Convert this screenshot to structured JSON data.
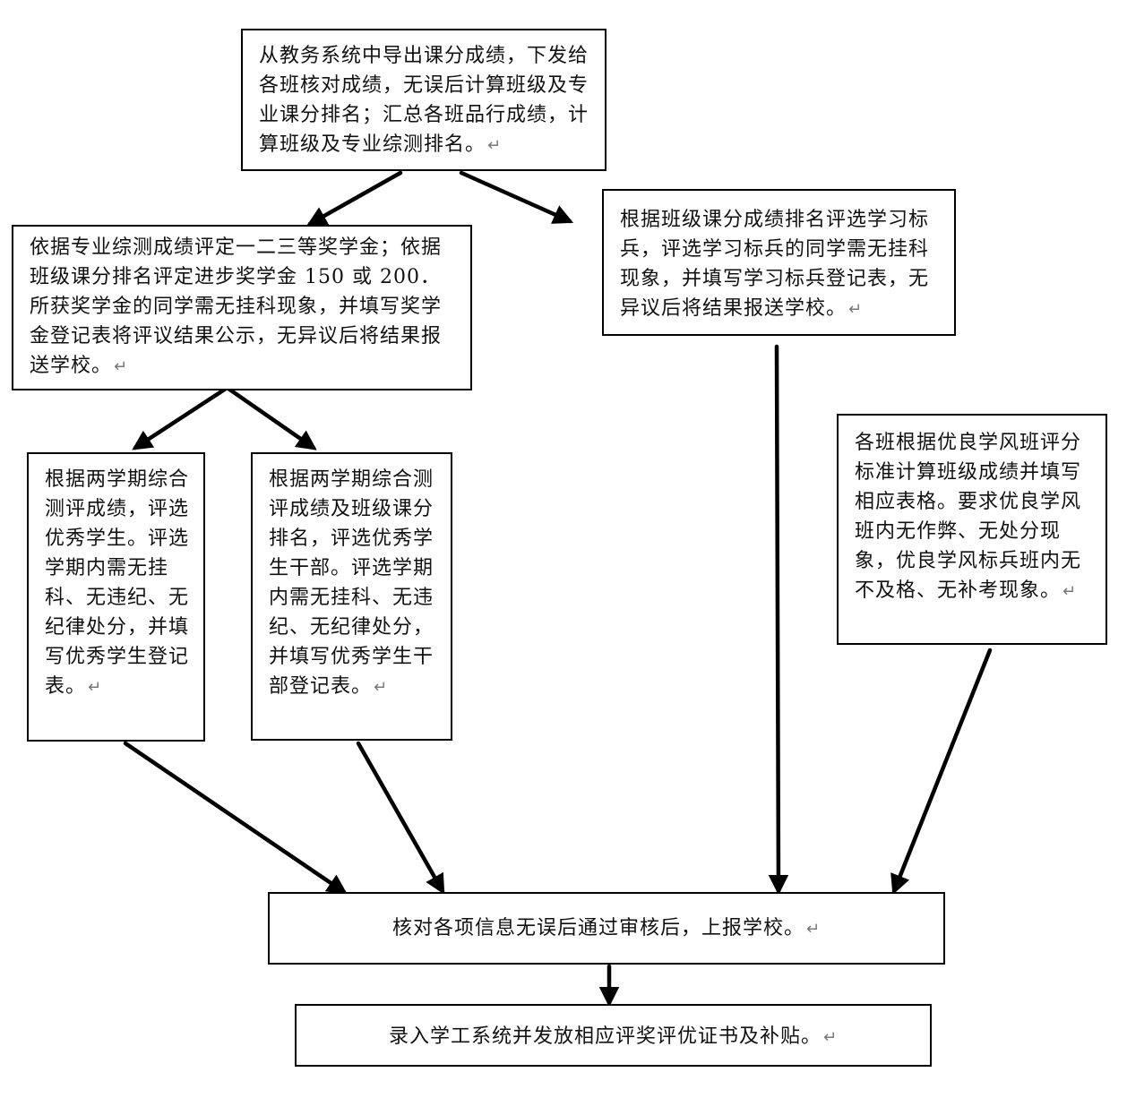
{
  "colors": {
    "stroke": "#000000",
    "text": "#111111",
    "return_mark": "#777777",
    "background": "#ffffff"
  },
  "return_mark": "↵",
  "boxes": {
    "export_scores": "从教务系统中导出课分成绩，下发给各班核对成绩，无误后计算班级及专业课分排名；汇总各班品行成绩，计算班级及专业综测排名。",
    "scholarship": "依据专业综测成绩评定一二三等奖学金；依据班级课分排名评定进步奖学金 150 或 200．所获奖学金的同学需无挂科现象，并填写奖学金登记表将评议结果公示，无异议后将结果报送学校。",
    "study_model": "根据班级课分成绩排名评选学习标兵，评选学习标兵的同学需无挂科现象，并填写学习标兵登记表，无异议后将结果报送学校。",
    "excellent_student": "根据两学期综合测评成绩，评选优秀学生。评选学期内需无挂科、无违纪、无纪律处分，并填写优秀学生登记表。",
    "excellent_cadre": "根据两学期综合测评成绩及班级课分排名，评选优秀学生干部。评选学期内需无挂科、无违纪、无纪律处分，并填写优秀学生干部登记表。",
    "good_style_class": "各班根据优良学风班评分标准计算班级成绩并填写相应表格。要求优良学风班内无作弊、无处分现象，优良学风标兵班内无不及格、无补考现象。",
    "verify_report": "核对各项信息无误后通过审核后，上报学校。",
    "enter_system": "录入学工系统并发放相应评奖评优证书及补贴。"
  }
}
